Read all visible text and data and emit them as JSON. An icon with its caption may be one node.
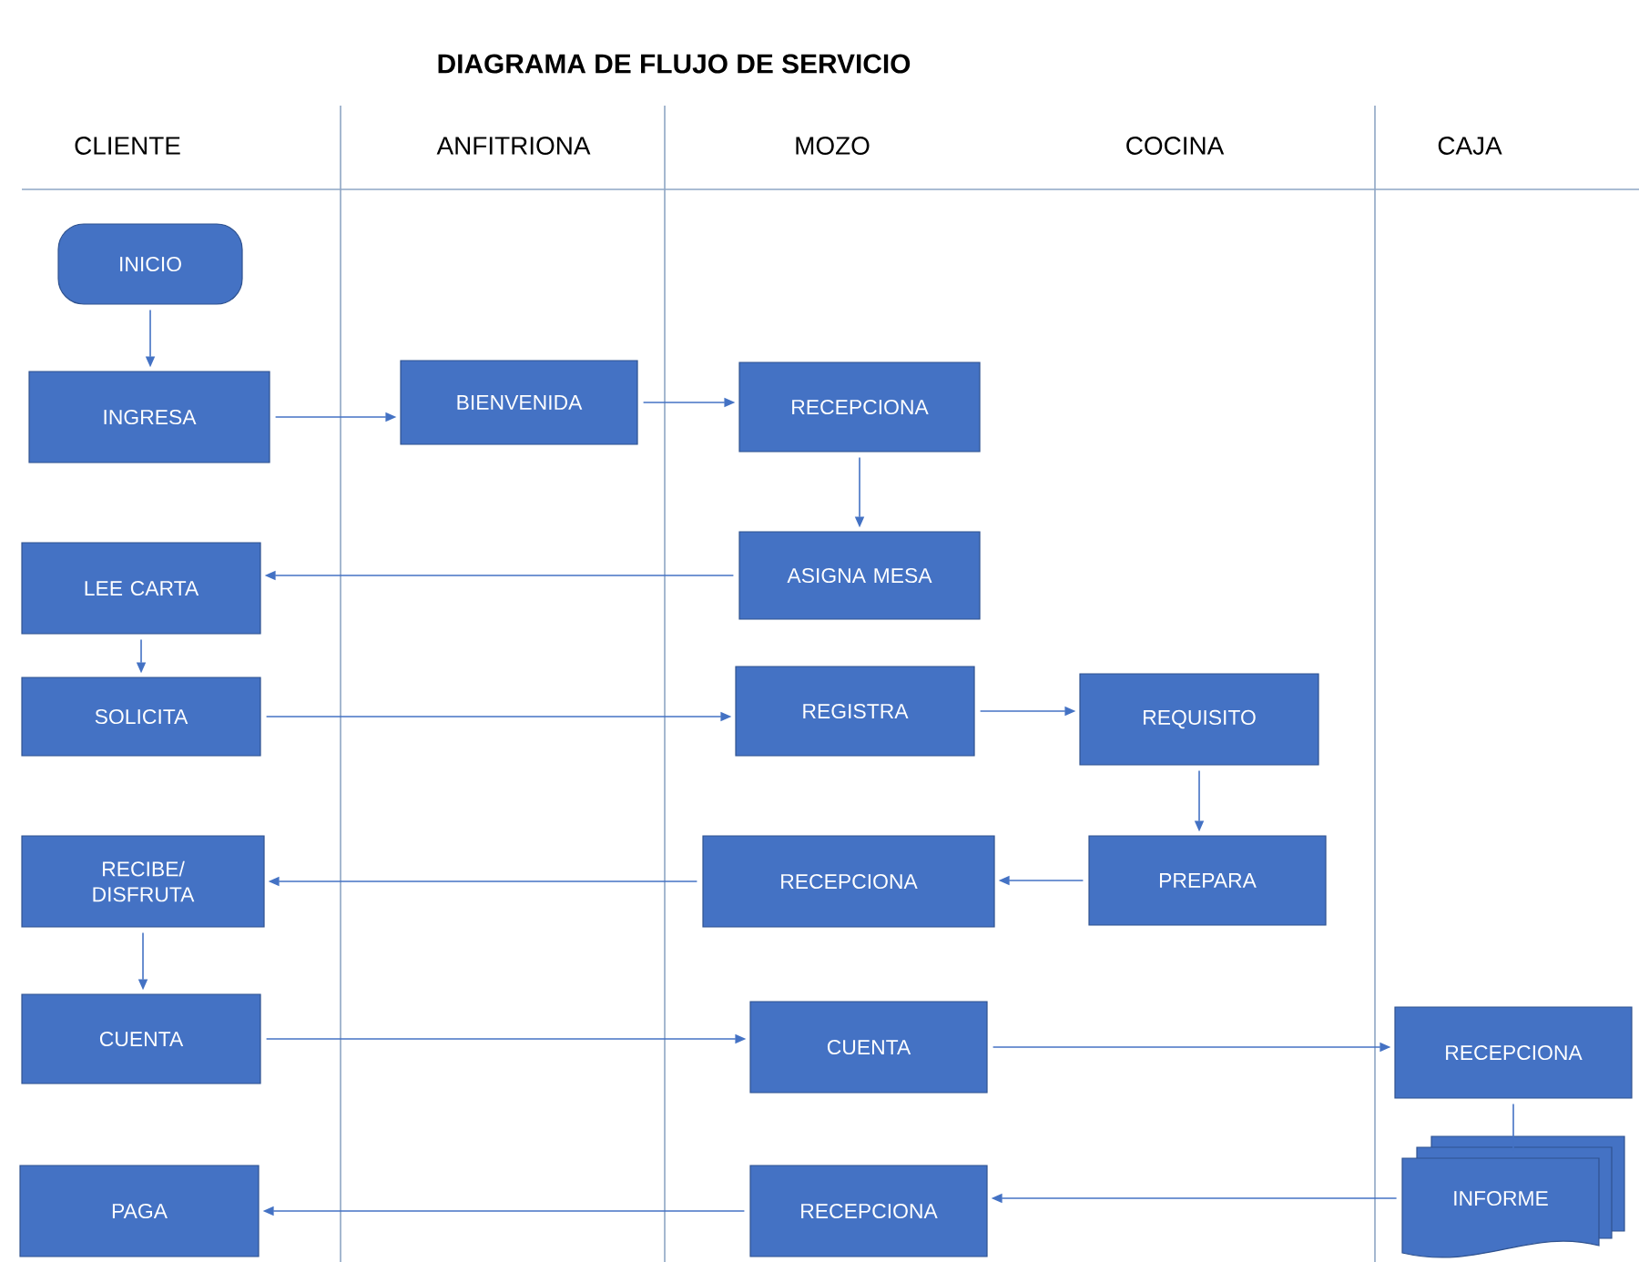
{
  "diagram": {
    "title": "DIAGRAMA DE FLUJO DE SERVICIO",
    "nodes": [
      {
        "text": [
          "INICIO"
        ]
      },
      {
        "text": [
          "INGRESA"
        ]
      },
      {
        "text": [
          "BIENVENIDA"
        ]
      },
      {
        "text": [
          "RECEPCIONA"
        ]
      },
      {
        "text": [
          "ASIGNA MESA"
        ]
      },
      {
        "text": [
          "LEE CARTA"
        ]
      },
      {
        "text": [
          "SOLICITA"
        ]
      },
      {
        "text": [
          "REGISTRA"
        ]
      },
      {
        "text": [
          "REQUISITO"
        ]
      },
      {
        "text": [
          "RECIBE/ DISFRUTA"
        ]
      },
      {
        "text": [
          "RECEPCIONA"
        ]
      },
      {
        "text": [
          "PREPARA"
        ]
      },
      {
        "text": [
          "CUENTA"
        ]
      },
      {
        "text": [
          "CUENTA"
        ]
      },
      {
        "text": [
          "RECEPCIONA"
        ]
      },
      {
        "text": [
          "PAGA"
        ]
      },
      {
        "text": [
          "RECEPCIONA"
        ]
      },
      {
        "text": [
          "INFORME"
        ]
      }
    ],
    "edges": [
      {
        "from": 0,
        "to": 1,
        "arrow": "to"
      },
      {
        "from": 1,
        "to": 2,
        "arrow": "to"
      },
      {
        "from": 2,
        "to": 3,
        "arrow": "to"
      },
      {
        "from": 3,
        "to": 4,
        "arrow": "to"
      },
      {
        "from": 4,
        "to": 5,
        "arrow": "to"
      },
      {
        "from": 5,
        "to": 6,
        "arrow": "to"
      },
      {
        "from": 6,
        "to": 7,
        "arrow": "to"
      },
      {
        "from": 7,
        "to": 8,
        "arrow": "to"
      },
      {
        "from": 8,
        "to": 11,
        "arrow": "to"
      },
      {
        "from": 11,
        "to": 10,
        "arrow": "to"
      },
      {
        "from": 10,
        "to": 9,
        "arrow": "to"
      },
      {
        "from": 9,
        "to": 12,
        "arrow": "to"
      },
      {
        "from": 12,
        "to": 13,
        "arrow": "to"
      },
      {
        "from": 13,
        "to": 14,
        "arrow": "to"
      },
      {
        "from": 14,
        "to": 17,
        "arrow": "none"
      },
      {
        "from": 17,
        "to": 16,
        "arrow": "to"
      },
      {
        "from": 16,
        "to": 15,
        "arrow": "to"
      }
    ],
    "labels": [
      "CLIENTE",
      "ANFITRIONA",
      "MOZO",
      "COCINA",
      "CAJA"
    ]
  }
}
